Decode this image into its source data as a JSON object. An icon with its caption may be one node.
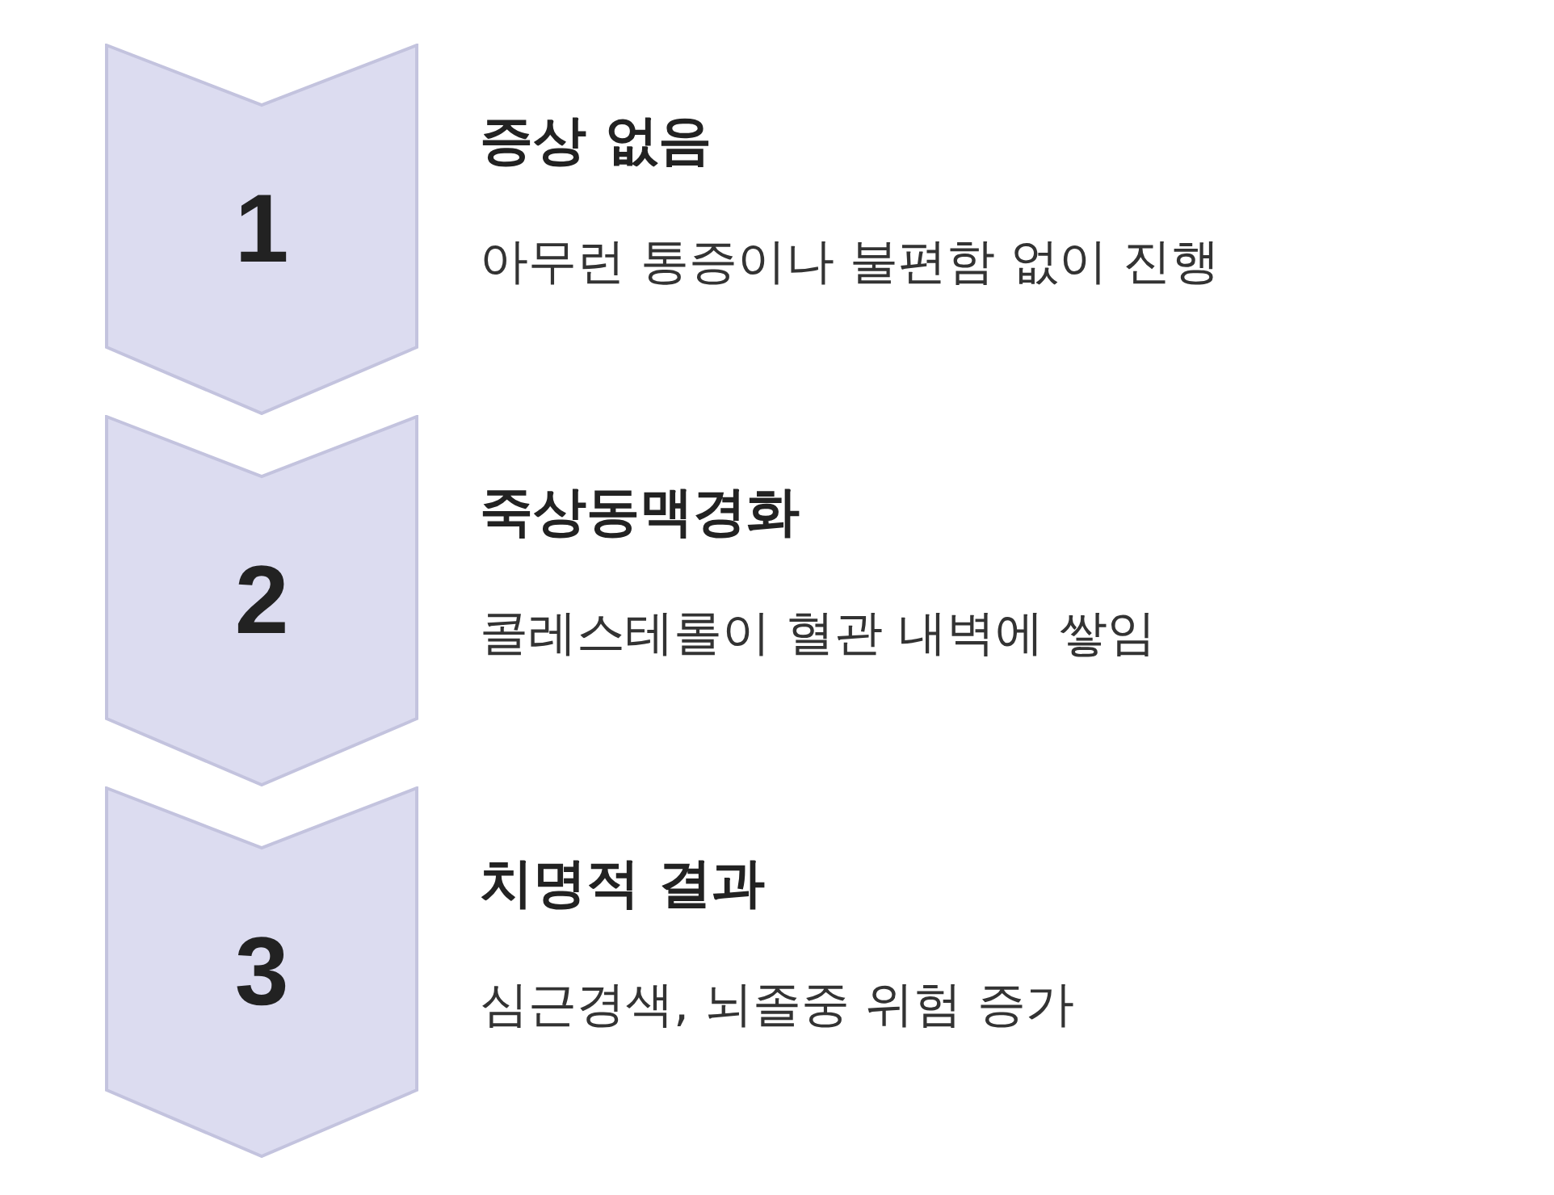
{
  "diagram": {
    "nodes": [
      {
        "text": [
          "1"
        ],
        "beside": [
          "증상 없음",
          "아무런 통증이나 불편함 없이 진행"
        ]
      },
      {
        "text": [
          "2"
        ],
        "beside": [
          "죽상동맥경화",
          "콜레스테롤이 혈관 내벽에 쌓임"
        ]
      },
      {
        "text": [
          "3"
        ],
        "beside": [
          "치명적 결과",
          "심근경색, 뇌졸중 위험 증가"
        ]
      }
    ]
  }
}
